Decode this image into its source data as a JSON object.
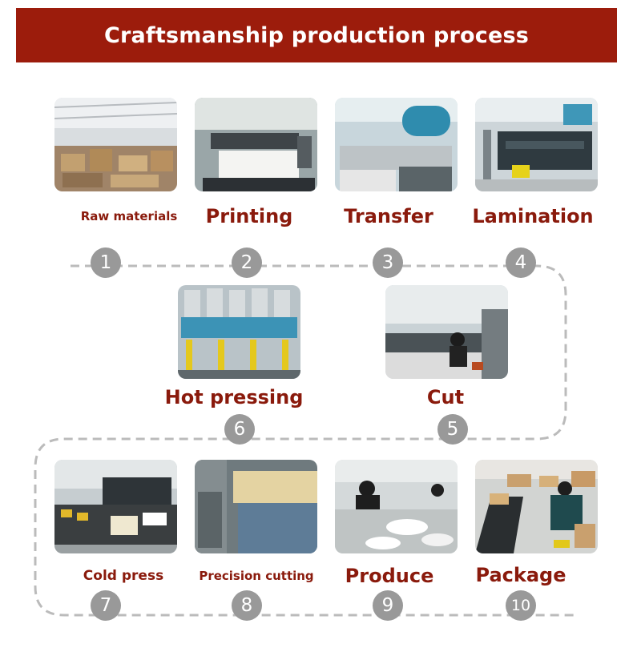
{
  "title": "Craftsmanship production process",
  "steps": [
    {
      "number": "1",
      "label": "Raw materials"
    },
    {
      "number": "2",
      "label": "Printing"
    },
    {
      "number": "3",
      "label": "Transfer"
    },
    {
      "number": "4",
      "label": "Lamination"
    },
    {
      "number": "5",
      "label": "Cut"
    },
    {
      "number": "6",
      "label": "Hot pressing"
    },
    {
      "number": "7",
      "label": "Cold press"
    },
    {
      "number": "8",
      "label": "Precision cutting"
    },
    {
      "number": "9",
      "label": "Produce"
    },
    {
      "number": "10",
      "label": "Package"
    }
  ],
  "colors": {
    "banner": "#9c1c0c",
    "label": "#8a1a0c",
    "number_circle": "#999999",
    "connector": "#bbbbbb"
  }
}
